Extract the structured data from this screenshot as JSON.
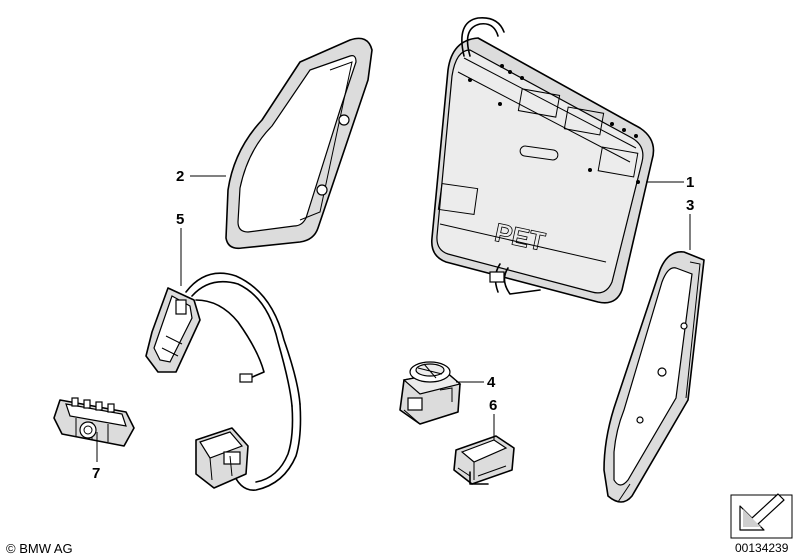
{
  "callouts": [
    {
      "id": "1",
      "label": "1"
    },
    {
      "id": "2",
      "label": "2"
    },
    {
      "id": "3",
      "label": "3"
    },
    {
      "id": "4",
      "label": "4"
    },
    {
      "id": "5",
      "label": "5"
    },
    {
      "id": "6",
      "label": "6"
    },
    {
      "id": "7",
      "label": "7"
    }
  ],
  "mat_marking": "PET",
  "footer": {
    "copyright": "© BMW AG",
    "diagram_number": "00134239"
  }
}
